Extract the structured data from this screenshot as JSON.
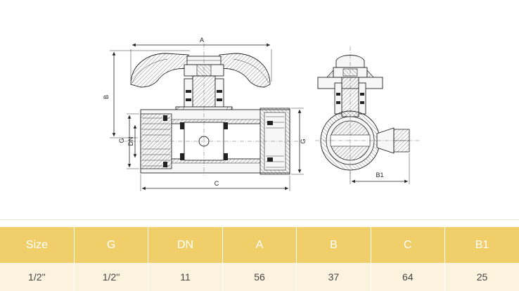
{
  "drawing": {
    "labels": {
      "A": "A",
      "B": "B",
      "C": "C",
      "G_left": "G",
      "DN": "DN",
      "G_right": "G",
      "B1": "B1"
    },
    "colors": {
      "line": "#222222",
      "hatch": "#555555",
      "seal": "#222222"
    }
  },
  "table": {
    "headers": [
      "Size",
      "G",
      "DN",
      "A",
      "B",
      "C",
      "B1"
    ],
    "rows": [
      [
        "1/2''",
        "1/2''",
        "11",
        "56",
        "37",
        "64",
        "25"
      ]
    ]
  },
  "colors": {
    "header_bg": "#f0cf6b",
    "header_text": "#ffffff",
    "row_bg": "#fbf3dd",
    "row_text": "#444444"
  }
}
